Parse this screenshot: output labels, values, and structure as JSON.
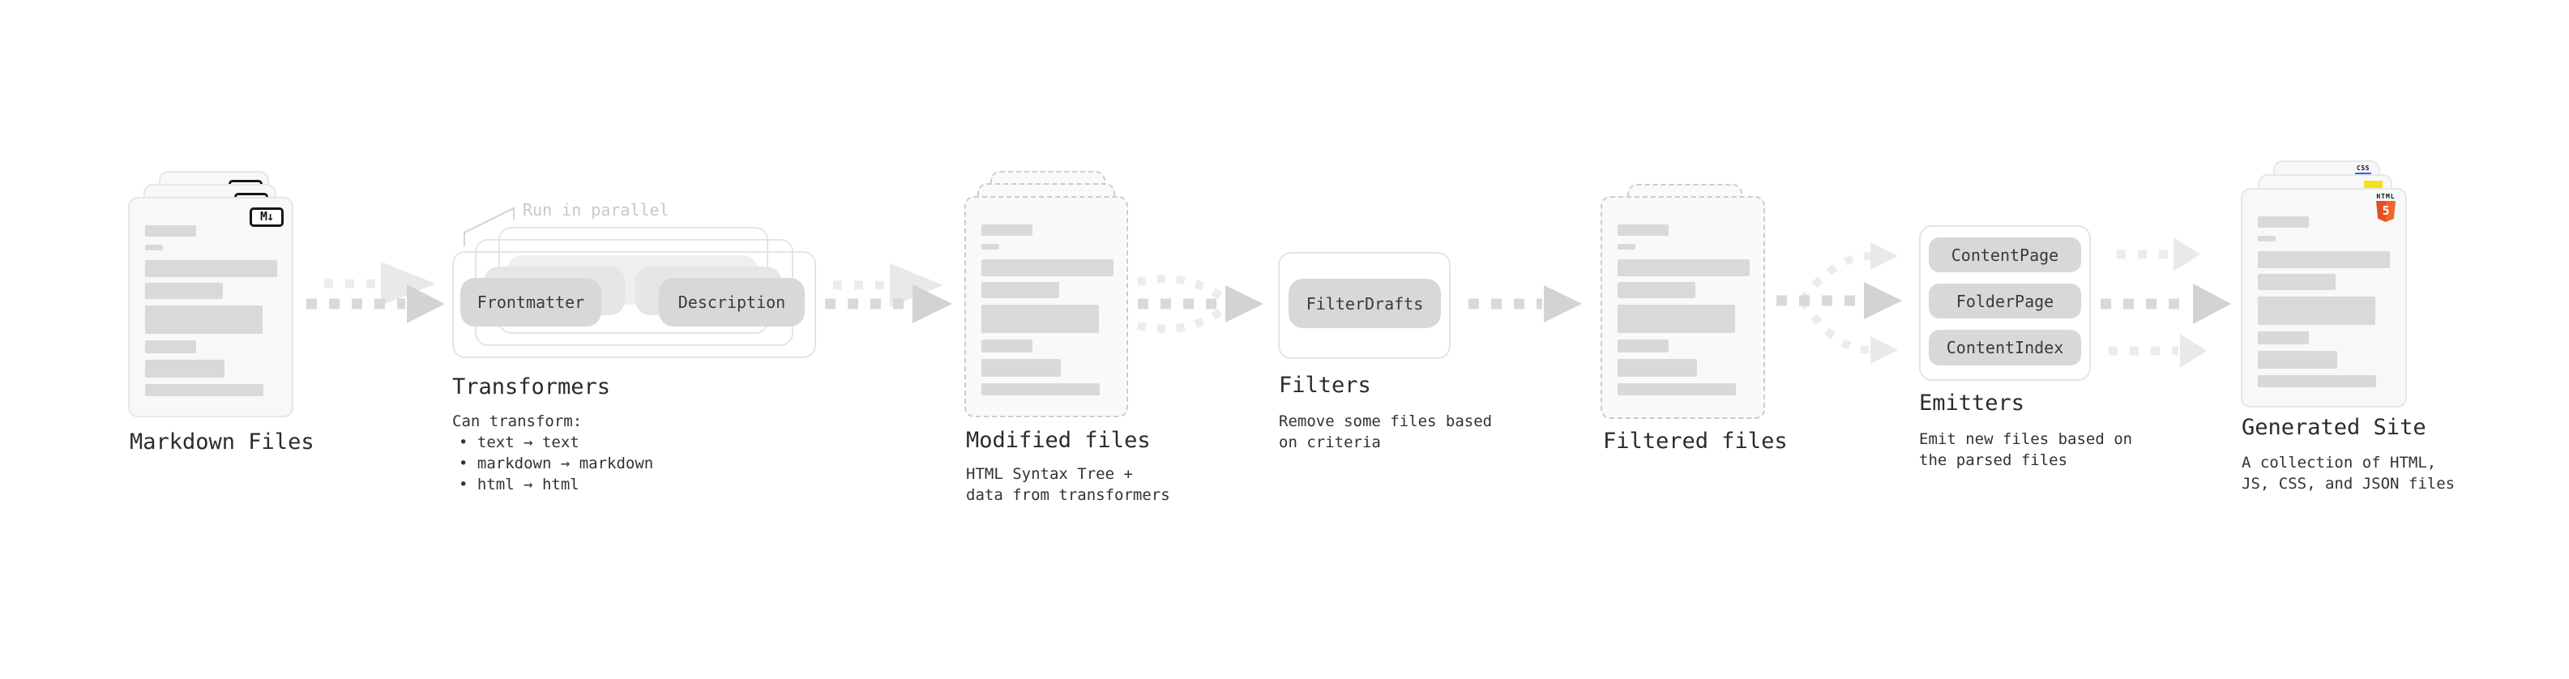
{
  "colors": {
    "dash_dark": "#d9d9d9",
    "dash_light": "#ececec",
    "head_dark": "#d3d3d3",
    "head_light": "#e9e9e9",
    "pill_bg": "#d8d8d8",
    "card_bg": "#f8f8f8",
    "doc_line": "#d9d9d9",
    "css_blue": "#2862fe",
    "js_yellow": "#f7df1e",
    "html5_orange_left": "#e44d26",
    "html5_orange_right": "#f16529"
  },
  "stages": {
    "markdown_files": {
      "title": "Markdown Files",
      "badge": "M↓"
    },
    "transformers": {
      "note": "Run in parallel",
      "pill_left": "Frontmatter",
      "pill_right": "Description",
      "title": "Transformers",
      "desc_heading": "Can transform:",
      "bullets": [
        "• text → text",
        "• markdown → markdown",
        "• html → html"
      ]
    },
    "modified_files": {
      "title": "Modified files",
      "desc": "HTML Syntax Tree +\ndata from transformers"
    },
    "filters": {
      "title": "Filters",
      "pill": "FilterDrafts",
      "desc": "Remove some files based\non criteria"
    },
    "filtered_files": {
      "title": "Filtered files"
    },
    "emitters": {
      "title": "Emitters",
      "pills": [
        "ContentPage",
        "FolderPage",
        "ContentIndex"
      ],
      "desc": "Emit new files based on\nthe parsed files"
    },
    "generated_site": {
      "title": "Generated Site",
      "desc": "A collection of HTML,\nJS, CSS, and JSON files",
      "badges": {
        "css_label": "CSS",
        "html_label": "HTML",
        "html5_number": "5"
      }
    }
  }
}
